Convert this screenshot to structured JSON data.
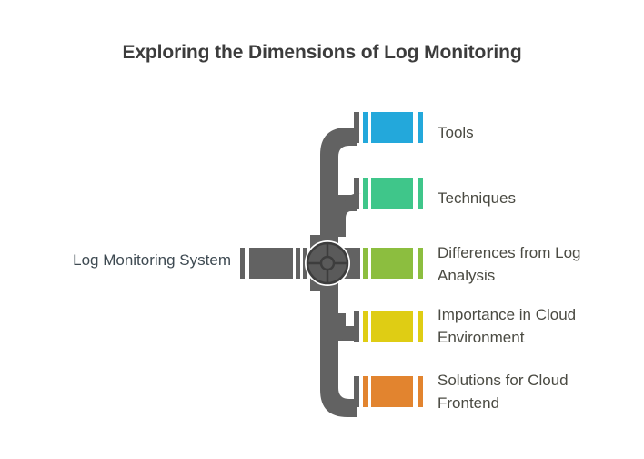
{
  "title": "Exploring the Dimensions of Log Monitoring",
  "root": {
    "label": "Log Monitoring System"
  },
  "colors": {
    "background": "#ffffff",
    "title_text": "#3c3c3c",
    "root_text": "#3e4a52",
    "branch_text": "#4a4a42",
    "pipe_gray": "#626262",
    "valve_dark": "#4a4a4a",
    "valve_stroke": "#3d3d3d"
  },
  "branches": [
    {
      "label": "Tools",
      "color": "#23a8db",
      "icon": "pipe-segment-icon"
    },
    {
      "label": "Techniques",
      "color": "#3fc68a",
      "icon": "pipe-segment-icon"
    },
    {
      "label": "Differences from Log Analysis",
      "color": "#8cbe3f",
      "icon": "pipe-segment-icon"
    },
    {
      "label": "Importance in Cloud Environment",
      "color": "#dfcd14",
      "icon": "pipe-segment-icon"
    },
    {
      "label": "Solutions for Cloud Frontend",
      "color": "#e2842f",
      "icon": "pipe-segment-icon"
    }
  ],
  "center": {
    "icon": "valve-wheel-icon",
    "inlet_icon": "pipe-inlet-icon"
  }
}
